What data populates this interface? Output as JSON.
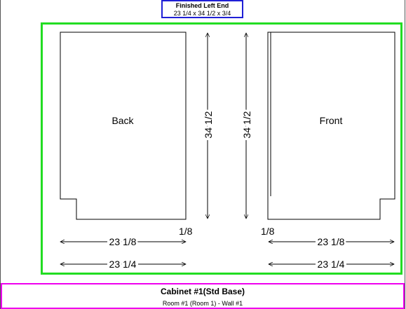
{
  "header": {
    "title": "Finished Left End",
    "dimensions": "23 1/4 x 34 1/2 x 3/4"
  },
  "panels": {
    "back_label": "Back",
    "front_label": "Front"
  },
  "dimensions": {
    "back_height": "34 1/2",
    "front_height": "34 1/2",
    "back_notch": "1/8",
    "front_notch": "1/8",
    "back_width_inner": "23 1/8",
    "back_width_outer": "23 1/4",
    "front_width_inner": "23 1/8",
    "front_width_outer": "23 1/4"
  },
  "footer": {
    "title": "Cabinet #1(Std Base)",
    "subtitle": "Room #1 (Room 1) - Wall #1"
  },
  "colors": {
    "title_border": "#1f1fd6",
    "drawing_border": "#22dd22",
    "footer_border": "#ee00ee"
  }
}
